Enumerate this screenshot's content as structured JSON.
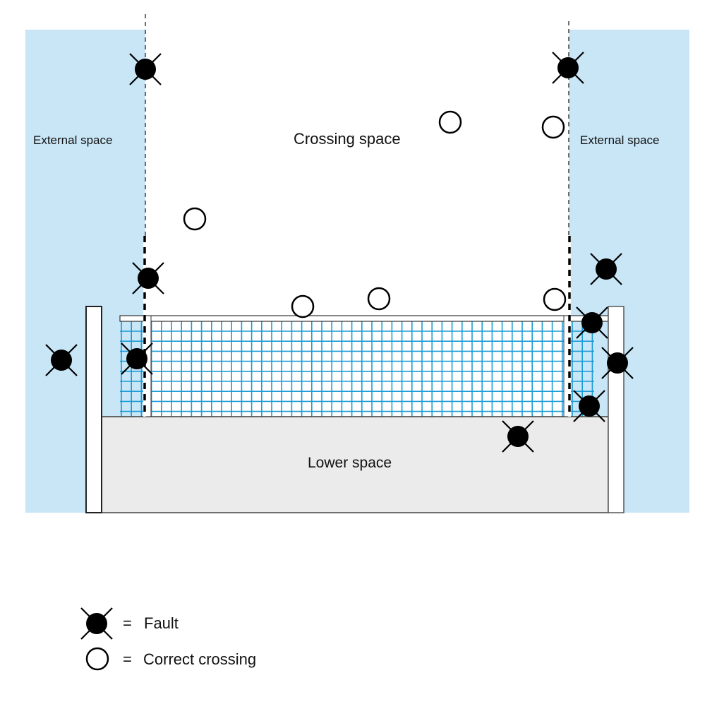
{
  "colors": {
    "external": "#c9e6f7",
    "lower": "#ebebeb",
    "net": "#1a9bd7",
    "marker": "#000000"
  },
  "labels": {
    "external_left": "External space",
    "external_right": "External space",
    "crossing": "Crossing space",
    "lower": "Lower space"
  },
  "legend": {
    "fault_label": "= Fault",
    "correct_label": "= Correct crossing",
    "fault_eq": "=",
    "fault_text": "Fault",
    "correct_eq": "=",
    "correct_text": "Correct crossing"
  },
  "markers": [
    {
      "type": "fault",
      "zone": "left antenna extension, top"
    },
    {
      "type": "fault",
      "zone": "right antenna extension, top"
    },
    {
      "type": "correct",
      "zone": "crossing space"
    },
    {
      "type": "correct",
      "zone": "crossing space near right antenna"
    },
    {
      "type": "correct",
      "zone": "crossing space left"
    },
    {
      "type": "fault",
      "zone": "on left antenna"
    },
    {
      "type": "fault",
      "zone": "right external space"
    },
    {
      "type": "correct",
      "zone": "over net"
    },
    {
      "type": "correct",
      "zone": "over net"
    },
    {
      "type": "correct",
      "zone": "over net near right antenna"
    },
    {
      "type": "fault",
      "zone": "left external space"
    },
    {
      "type": "fault",
      "zone": "net left, outside antenna"
    },
    {
      "type": "fault",
      "zone": "net right top, outside antenna"
    },
    {
      "type": "fault",
      "zone": "right post"
    },
    {
      "type": "fault",
      "zone": "net right bottom"
    },
    {
      "type": "fault",
      "zone": "lower space"
    }
  ]
}
